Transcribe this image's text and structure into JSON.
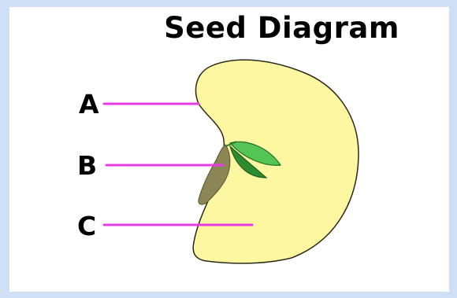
{
  "title": "Seed Diagram",
  "labels": {
    "a": "A",
    "b": "B",
    "c": "C"
  },
  "colors": {
    "border": "#cfe0f6",
    "seed_fill": "#fdf7a1",
    "seed_outline": "#2a2a1a",
    "leader_line": "#e83ce2",
    "embryo_leaf": "#2e8b2e",
    "embryo_leaf_light": "#54c454",
    "radicle": "#8c8556"
  }
}
